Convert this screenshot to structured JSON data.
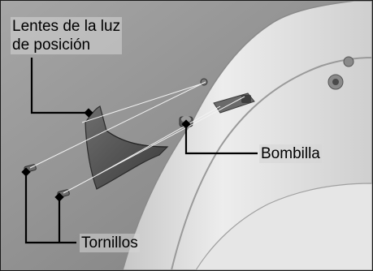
{
  "figure": {
    "labels": {
      "lens_line1": "Lentes de la luz",
      "lens_line2": "de posición",
      "bulb": "Bombilla",
      "screws": "Tornillos"
    },
    "colors": {
      "background": "#8f8f8f",
      "fairing": "#d9d9d9",
      "callout": "#000000"
    }
  }
}
